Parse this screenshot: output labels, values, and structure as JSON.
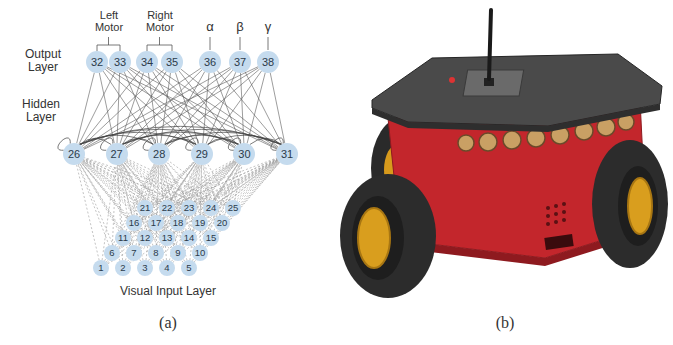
{
  "diagram": {
    "nodes": [
      {
        "text": [
          "32"
        ]
      },
      {
        "text": [
          "33"
        ]
      },
      {
        "text": [
          "34"
        ]
      },
      {
        "text": [
          "35"
        ]
      },
      {
        "text": [
          "36"
        ]
      },
      {
        "text": [
          "37"
        ]
      },
      {
        "text": [
          "38"
        ]
      },
      {
        "text": [
          "26"
        ]
      },
      {
        "text": [
          "27"
        ]
      },
      {
        "text": [
          "28"
        ]
      },
      {
        "text": [
          "29"
        ]
      },
      {
        "text": [
          "30"
        ]
      },
      {
        "text": [
          "31"
        ]
      },
      {
        "text": [
          "1"
        ]
      },
      {
        "text": [
          "2"
        ]
      },
      {
        "text": [
          "3"
        ]
      },
      {
        "text": [
          "4"
        ]
      },
      {
        "text": [
          "5"
        ]
      },
      {
        "text": [
          "6"
        ]
      },
      {
        "text": [
          "7"
        ]
      },
      {
        "text": [
          "8"
        ]
      },
      {
        "text": [
          "9"
        ]
      },
      {
        "text": [
          "10"
        ]
      },
      {
        "text": [
          "11"
        ]
      },
      {
        "text": [
          "12"
        ]
      },
      {
        "text": [
          "13"
        ]
      },
      {
        "text": [
          "14"
        ]
      },
      {
        "text": [
          "15"
        ]
      },
      {
        "text": [
          "16"
        ]
      },
      {
        "text": [
          "17"
        ]
      },
      {
        "text": [
          "18"
        ]
      },
      {
        "text": [
          "19"
        ]
      },
      {
        "text": [
          "20"
        ]
      },
      {
        "text": [
          "21"
        ]
      },
      {
        "text": [
          "22"
        ]
      },
      {
        "text": [
          "23"
        ]
      },
      {
        "text": [
          "24"
        ]
      },
      {
        "text": [
          "25"
        ]
      }
    ],
    "edges": [
      {
        "from": 7,
        "to": 0,
        "arrow": "none"
      },
      {
        "from": 7,
        "to": 1,
        "arrow": "none"
      },
      {
        "from": 7,
        "to": 2,
        "arrow": "none"
      },
      {
        "from": 7,
        "to": 3,
        "arrow": "none"
      },
      {
        "from": 7,
        "to": 4,
        "arrow": "none"
      },
      {
        "from": 7,
        "to": 5,
        "arrow": "none"
      },
      {
        "from": 7,
        "to": 6,
        "arrow": "none"
      },
      {
        "from": 8,
        "to": 0,
        "arrow": "none"
      },
      {
        "from": 8,
        "to": 1,
        "arrow": "none"
      },
      {
        "from": 8,
        "to": 2,
        "arrow": "none"
      },
      {
        "from": 8,
        "to": 3,
        "arrow": "none"
      },
      {
        "from": 8,
        "to": 4,
        "arrow": "none"
      },
      {
        "from": 8,
        "to": 5,
        "arrow": "none"
      },
      {
        "from": 8,
        "to": 6,
        "arrow": "none"
      },
      {
        "from": 9,
        "to": 0,
        "arrow": "none"
      },
      {
        "from": 9,
        "to": 1,
        "arrow": "none"
      },
      {
        "from": 9,
        "to": 2,
        "arrow": "none"
      },
      {
        "from": 9,
        "to": 3,
        "arrow": "none"
      },
      {
        "from": 9,
        "to": 4,
        "arrow": "none"
      },
      {
        "from": 9,
        "to": 5,
        "arrow": "none"
      },
      {
        "from": 9,
        "to": 6,
        "arrow": "none"
      },
      {
        "from": 10,
        "to": 0,
        "arrow": "none"
      },
      {
        "from": 10,
        "to": 1,
        "arrow": "none"
      },
      {
        "from": 10,
        "to": 2,
        "arrow": "none"
      },
      {
        "from": 10,
        "to": 3,
        "arrow": "none"
      },
      {
        "from": 10,
        "to": 4,
        "arrow": "none"
      },
      {
        "from": 10,
        "to": 5,
        "arrow": "none"
      },
      {
        "from": 10,
        "to": 6,
        "arrow": "none"
      },
      {
        "from": 11,
        "to": 0,
        "arrow": "none"
      },
      {
        "from": 11,
        "to": 1,
        "arrow": "none"
      },
      {
        "from": 11,
        "to": 2,
        "arrow": "none"
      },
      {
        "from": 11,
        "to": 3,
        "arrow": "none"
      },
      {
        "from": 11,
        "to": 4,
        "arrow": "none"
      },
      {
        "from": 11,
        "to": 5,
        "arrow": "none"
      },
      {
        "from": 11,
        "to": 6,
        "arrow": "none"
      },
      {
        "from": 12,
        "to": 0,
        "arrow": "none"
      },
      {
        "from": 12,
        "to": 1,
        "arrow": "none"
      },
      {
        "from": 12,
        "to": 2,
        "arrow": "none"
      },
      {
        "from": 12,
        "to": 3,
        "arrow": "none"
      },
      {
        "from": 12,
        "to": 4,
        "arrow": "none"
      },
      {
        "from": 12,
        "to": 5,
        "arrow": "none"
      },
      {
        "from": 12,
        "to": 6,
        "arrow": "none"
      },
      {
        "from": 7,
        "to": 8,
        "arrow": "none"
      },
      {
        "from": 7,
        "to": 9,
        "arrow": "none"
      },
      {
        "from": 7,
        "to": 10,
        "arrow": "none"
      },
      {
        "from": 7,
        "to": 11,
        "arrow": "none"
      },
      {
        "from": 7,
        "to": 12,
        "arrow": "none"
      },
      {
        "from": 8,
        "to": 9,
        "arrow": "none"
      },
      {
        "from": 8,
        "to": 10,
        "arrow": "none"
      },
      {
        "from": 8,
        "to": 11,
        "arrow": "none"
      },
      {
        "from": 8,
        "to": 12,
        "arrow": "none"
      },
      {
        "from": 9,
        "to": 10,
        "arrow": "none"
      },
      {
        "from": 9,
        "to": 11,
        "arrow": "none"
      },
      {
        "from": 9,
        "to": 12,
        "arrow": "none"
      },
      {
        "from": 10,
        "to": 11,
        "arrow": "none"
      },
      {
        "from": 10,
        "to": 12,
        "arrow": "none"
      },
      {
        "from": 11,
        "to": 12,
        "arrow": "none"
      },
      {
        "from": 7,
        "to": 7,
        "arrow": "none"
      },
      {
        "from": 8,
        "to": 8,
        "arrow": "none"
      },
      {
        "from": 9,
        "to": 9,
        "arrow": "none"
      },
      {
        "from": 10,
        "to": 10,
        "arrow": "none"
      },
      {
        "from": 11,
        "to": 11,
        "arrow": "none"
      },
      {
        "from": 12,
        "to": 12,
        "arrow": "none"
      },
      {
        "from": 13,
        "to": 7,
        "arrow": "none"
      },
      {
        "from": 13,
        "to": 8,
        "arrow": "none"
      },
      {
        "from": 13,
        "to": 9,
        "arrow": "none"
      },
      {
        "from": 13,
        "to": 10,
        "arrow": "none"
      },
      {
        "from": 13,
        "to": 11,
        "arrow": "none"
      },
      {
        "from": 13,
        "to": 12,
        "arrow": "none"
      },
      {
        "from": 14,
        "to": 7,
        "arrow": "none"
      },
      {
        "from": 14,
        "to": 8,
        "arrow": "none"
      },
      {
        "from": 14,
        "to": 9,
        "arrow": "none"
      },
      {
        "from": 14,
        "to": 10,
        "arrow": "none"
      },
      {
        "from": 14,
        "to": 11,
        "arrow": "none"
      },
      {
        "from": 14,
        "to": 12,
        "arrow": "none"
      },
      {
        "from": 15,
        "to": 7,
        "arrow": "none"
      },
      {
        "from": 15,
        "to": 8,
        "arrow": "none"
      },
      {
        "from": 15,
        "to": 9,
        "arrow": "none"
      },
      {
        "from": 15,
        "to": 10,
        "arrow": "none"
      },
      {
        "from": 15,
        "to": 11,
        "arrow": "none"
      },
      {
        "from": 15,
        "to": 12,
        "arrow": "none"
      },
      {
        "from": 16,
        "to": 7,
        "arrow": "none"
      },
      {
        "from": 16,
        "to": 8,
        "arrow": "none"
      },
      {
        "from": 16,
        "to": 9,
        "arrow": "none"
      },
      {
        "from": 16,
        "to": 10,
        "arrow": "none"
      },
      {
        "from": 16,
        "to": 11,
        "arrow": "none"
      },
      {
        "from": 16,
        "to": 12,
        "arrow": "none"
      },
      {
        "from": 17,
        "to": 7,
        "arrow": "none"
      },
      {
        "from": 17,
        "to": 8,
        "arrow": "none"
      },
      {
        "from": 17,
        "to": 9,
        "arrow": "none"
      },
      {
        "from": 17,
        "to": 10,
        "arrow": "none"
      },
      {
        "from": 17,
        "to": 11,
        "arrow": "none"
      },
      {
        "from": 17,
        "to": 12,
        "arrow": "none"
      },
      {
        "from": 18,
        "to": 7,
        "arrow": "none"
      },
      {
        "from": 18,
        "to": 8,
        "arrow": "none"
      },
      {
        "from": 18,
        "to": 9,
        "arrow": "none"
      },
      {
        "from": 18,
        "to": 10,
        "arrow": "none"
      },
      {
        "from": 18,
        "to": 11,
        "arrow": "none"
      },
      {
        "from": 18,
        "to": 12,
        "arrow": "none"
      },
      {
        "from": 19,
        "to": 7,
        "arrow": "none"
      },
      {
        "from": 19,
        "to": 8,
        "arrow": "none"
      },
      {
        "from": 19,
        "to": 9,
        "arrow": "none"
      },
      {
        "from": 19,
        "to": 10,
        "arrow": "none"
      },
      {
        "from": 19,
        "to": 11,
        "arrow": "none"
      },
      {
        "from": 19,
        "to": 12,
        "arrow": "none"
      },
      {
        "from": 20,
        "to": 7,
        "arrow": "none"
      },
      {
        "from": 20,
        "to": 8,
        "arrow": "none"
      },
      {
        "from": 20,
        "to": 9,
        "arrow": "none"
      },
      {
        "from": 20,
        "to": 10,
        "arrow": "none"
      },
      {
        "from": 20,
        "to": 11,
        "arrow": "none"
      },
      {
        "from": 20,
        "to": 12,
        "arrow": "none"
      },
      {
        "from": 21,
        "to": 7,
        "arrow": "none"
      },
      {
        "from": 21,
        "to": 8,
        "arrow": "none"
      },
      {
        "from": 21,
        "to": 9,
        "arrow": "none"
      },
      {
        "from": 21,
        "to": 10,
        "arrow": "none"
      },
      {
        "from": 21,
        "to": 11,
        "arrow": "none"
      },
      {
        "from": 21,
        "to": 12,
        "arrow": "none"
      },
      {
        "from": 22,
        "to": 7,
        "arrow": "none"
      },
      {
        "from": 22,
        "to": 8,
        "arrow": "none"
      },
      {
        "from": 22,
        "to": 9,
        "arrow": "none"
      },
      {
        "from": 22,
        "to": 10,
        "arrow": "none"
      },
      {
        "from": 22,
        "to": 11,
        "arrow": "none"
      },
      {
        "from": 22,
        "to": 12,
        "arrow": "none"
      },
      {
        "from": 23,
        "to": 7,
        "arrow": "none"
      },
      {
        "from": 23,
        "to": 8,
        "arrow": "none"
      },
      {
        "from": 23,
        "to": 9,
        "arrow": "none"
      },
      {
        "from": 23,
        "to": 10,
        "arrow": "none"
      },
      {
        "from": 23,
        "to": 11,
        "arrow": "none"
      },
      {
        "from": 23,
        "to": 12,
        "arrow": "none"
      },
      {
        "from": 24,
        "to": 7,
        "arrow": "none"
      },
      {
        "from": 24,
        "to": 8,
        "arrow": "none"
      },
      {
        "from": 24,
        "to": 9,
        "arrow": "none"
      },
      {
        "from": 24,
        "to": 10,
        "arrow": "none"
      },
      {
        "from": 24,
        "to": 11,
        "arrow": "none"
      },
      {
        "from": 24,
        "to": 12,
        "arrow": "none"
      },
      {
        "from": 25,
        "to": 7,
        "arrow": "none"
      },
      {
        "from": 25,
        "to": 8,
        "arrow": "none"
      },
      {
        "from": 25,
        "to": 9,
        "arrow": "none"
      },
      {
        "from": 25,
        "to": 10,
        "arrow": "none"
      },
      {
        "from": 25,
        "to": 11,
        "arrow": "none"
      },
      {
        "from": 25,
        "to": 12,
        "arrow": "none"
      },
      {
        "from": 26,
        "to": 7,
        "arrow": "none"
      },
      {
        "from": 26,
        "to": 8,
        "arrow": "none"
      },
      {
        "from": 26,
        "to": 9,
        "arrow": "none"
      },
      {
        "from": 26,
        "to": 10,
        "arrow": "none"
      },
      {
        "from": 26,
        "to": 11,
        "arrow": "none"
      },
      {
        "from": 26,
        "to": 12,
        "arrow": "none"
      },
      {
        "from": 27,
        "to": 7,
        "arrow": "none"
      },
      {
        "from": 27,
        "to": 8,
        "arrow": "none"
      },
      {
        "from": 27,
        "to": 9,
        "arrow": "none"
      },
      {
        "from": 27,
        "to": 10,
        "arrow": "none"
      },
      {
        "from": 27,
        "to": 11,
        "arrow": "none"
      },
      {
        "from": 27,
        "to": 12,
        "arrow": "none"
      },
      {
        "from": 28,
        "to": 7,
        "arrow": "none"
      },
      {
        "from": 28,
        "to": 8,
        "arrow": "none"
      },
      {
        "from": 28,
        "to": 9,
        "arrow": "none"
      },
      {
        "from": 28,
        "to": 10,
        "arrow": "none"
      },
      {
        "from": 28,
        "to": 11,
        "arrow": "none"
      },
      {
        "from": 28,
        "to": 12,
        "arrow": "none"
      },
      {
        "from": 29,
        "to": 7,
        "arrow": "none"
      },
      {
        "from": 29,
        "to": 8,
        "arrow": "none"
      },
      {
        "from": 29,
        "to": 9,
        "arrow": "none"
      },
      {
        "from": 29,
        "to": 10,
        "arrow": "none"
      },
      {
        "from": 29,
        "to": 11,
        "arrow": "none"
      },
      {
        "from": 29,
        "to": 12,
        "arrow": "none"
      },
      {
        "from": 30,
        "to": 7,
        "arrow": "none"
      },
      {
        "from": 30,
        "to": 8,
        "arrow": "none"
      },
      {
        "from": 30,
        "to": 9,
        "arrow": "none"
      },
      {
        "from": 30,
        "to": 10,
        "arrow": "none"
      },
      {
        "from": 30,
        "to": 11,
        "arrow": "none"
      },
      {
        "from": 30,
        "to": 12,
        "arrow": "none"
      },
      {
        "from": 31,
        "to": 7,
        "arrow": "none"
      },
      {
        "from": 31,
        "to": 8,
        "arrow": "none"
      },
      {
        "from": 31,
        "to": 9,
        "arrow": "none"
      },
      {
        "from": 31,
        "to": 10,
        "arrow": "none"
      },
      {
        "from": 31,
        "to": 11,
        "arrow": "none"
      },
      {
        "from": 31,
        "to": 12,
        "arrow": "none"
      },
      {
        "from": 32,
        "to": 7,
        "arrow": "none"
      },
      {
        "from": 32,
        "to": 8,
        "arrow": "none"
      },
      {
        "from": 32,
        "to": 9,
        "arrow": "none"
      },
      {
        "from": 32,
        "to": 10,
        "arrow": "none"
      },
      {
        "from": 32,
        "to": 11,
        "arrow": "none"
      },
      {
        "from": 32,
        "to": 12,
        "arrow": "none"
      },
      {
        "from": 33,
        "to": 7,
        "arrow": "none"
      },
      {
        "from": 33,
        "to": 8,
        "arrow": "none"
      },
      {
        "from": 33,
        "to": 9,
        "arrow": "none"
      },
      {
        "from": 33,
        "to": 10,
        "arrow": "none"
      },
      {
        "from": 33,
        "to": 11,
        "arrow": "none"
      },
      {
        "from": 33,
        "to": 12,
        "arrow": "none"
      },
      {
        "from": 34,
        "to": 7,
        "arrow": "none"
      },
      {
        "from": 34,
        "to": 8,
        "arrow": "none"
      },
      {
        "from": 34,
        "to": 9,
        "arrow": "none"
      },
      {
        "from": 34,
        "to": 10,
        "arrow": "none"
      },
      {
        "from": 34,
        "to": 11,
        "arrow": "none"
      },
      {
        "from": 34,
        "to": 12,
        "arrow": "none"
      },
      {
        "from": 35,
        "to": 7,
        "arrow": "none"
      },
      {
        "from": 35,
        "to": 8,
        "arrow": "none"
      },
      {
        "from": 35,
        "to": 9,
        "arrow": "none"
      },
      {
        "from": 35,
        "to": 10,
        "arrow": "none"
      },
      {
        "from": 35,
        "to": 11,
        "arrow": "none"
      },
      {
        "from": 35,
        "to": 12,
        "arrow": "none"
      },
      {
        "from": 36,
        "to": 7,
        "arrow": "none"
      },
      {
        "from": 36,
        "to": 8,
        "arrow": "none"
      },
      {
        "from": 36,
        "to": 9,
        "arrow": "none"
      },
      {
        "from": 36,
        "to": 10,
        "arrow": "none"
      },
      {
        "from": 36,
        "to": 11,
        "arrow": "none"
      },
      {
        "from": 36,
        "to": 12,
        "arrow": "none"
      },
      {
        "from": 37,
        "to": 7,
        "arrow": "none"
      },
      {
        "from": 37,
        "to": 8,
        "arrow": "none"
      },
      {
        "from": 37,
        "to": 9,
        "arrow": "none"
      },
      {
        "from": 37,
        "to": 10,
        "arrow": "none"
      },
      {
        "from": 37,
        "to": 11,
        "arrow": "none"
      },
      {
        "from": 37,
        "to": 12,
        "arrow": "none"
      }
    ],
    "labels": [
      "Left Motor",
      "Right Motor",
      "α",
      "β",
      "γ",
      "Output Layer",
      "Hidden Layer",
      "Visual Input Layer",
      "(a)",
      "(b)"
    ]
  }
}
